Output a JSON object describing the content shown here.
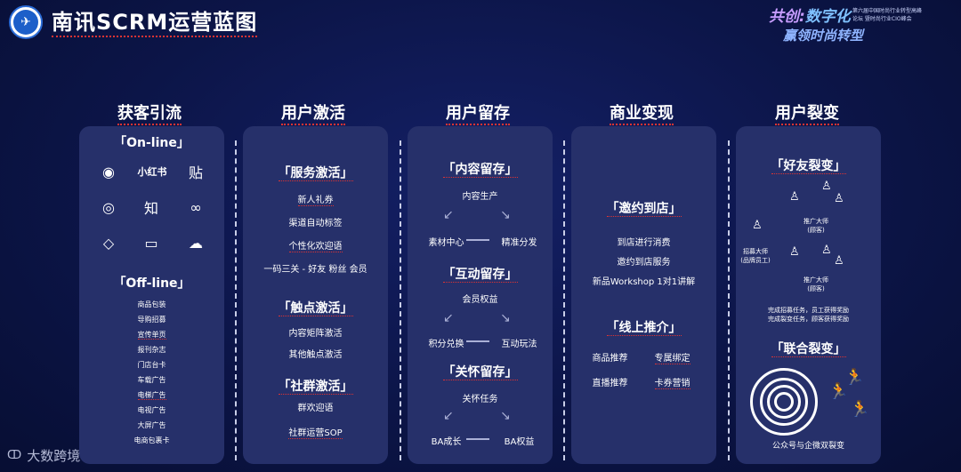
{
  "header": {
    "title": "南讯SCRM运营蓝图",
    "brand_line1_a": "共创:",
    "brand_line1_b": "数字化",
    "brand_line2": "赢领时尚转型",
    "brand_mini": "第六届中国时尚行业转型高峰论坛 暨时尚行业CIO峰会"
  },
  "columns": [
    {
      "heading": "获客引流"
    },
    {
      "heading": "用户激活"
    },
    {
      "heading": "用户留存"
    },
    {
      "heading": "商业变现"
    },
    {
      "heading": "用户裂变"
    }
  ],
  "col1": {
    "online_title": "「On-line」",
    "offline_title": "「Off-line」",
    "platform_text_1": "小红书",
    "platform_text_2": "贴",
    "platform_text_3": "知",
    "offline_items": [
      "商品包装",
      "导购招募",
      "宣传单页",
      "报刊杂志",
      "门店台卡",
      "车载广告",
      "电梯广告",
      "电视广告",
      "大屏广告",
      "电商包裹卡"
    ]
  },
  "col2": {
    "sec1_title": "「服务激活」",
    "sec1_items": [
      "新人礼券",
      "渠道自动标签",
      "个性化欢迎语",
      "一码三关 - 好友 粉丝 会员"
    ],
    "sec2_title": "「触点激活」",
    "sec2_items": [
      "内容矩阵激活",
      "其他触点激活"
    ],
    "sec3_title": "「社群激活」",
    "sec3_items": [
      "群欢迎语",
      "社群运营SOP"
    ]
  },
  "col3": {
    "sec1_title": "「内容留存」",
    "sec1_top": "内容生产",
    "sec1_left": "素材中心",
    "sec1_right": "精准分发",
    "sec2_title": "「互动留存」",
    "sec2_top": "会员权益",
    "sec2_left": "积分兑换",
    "sec2_right": "互动玩法",
    "sec3_title": "「关怀留存」",
    "sec3_top": "关怀任务",
    "sec3_left": "BA成长",
    "sec3_right": "BA权益"
  },
  "col4": {
    "sec1_title": "「邀约到店」",
    "sec1_items": [
      "到店进行消费",
      "邀约到店服务",
      "新品Workshop 1对1讲解"
    ],
    "sec2_title": "「线上推介」",
    "sec2_grid": [
      "商品推荐",
      "专属绑定",
      "直播推荐",
      "卡券营销"
    ]
  },
  "col5": {
    "sec1_title": "「好友裂变」",
    "promoter_label": "推广大师",
    "promoter_sub": "(顾客)",
    "recruiter_label": "招募大师",
    "recruiter_sub": "(品牌员工)",
    "note_line1": "完成招募任务，员工获得奖励",
    "note_line2": "完成裂变任务，顾客获得奖励",
    "sec2_title": "「联合裂变」",
    "sec2_caption": "公众号与企微双裂变"
  },
  "footer": {
    "text": "大数跨境"
  }
}
